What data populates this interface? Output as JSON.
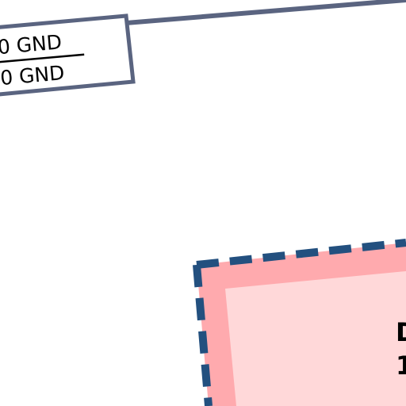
{
  "airspace_label": {
    "upper_limit": "0 GND",
    "lower_limit": "0 GND"
  },
  "zone_label": {
    "line1": "D",
    "line2": "1"
  },
  "colors": {
    "route_line": "#5a6480",
    "label_box_stroke": "#5a6480",
    "zone_fill_outer": "#ffaaae",
    "zone_fill_inner": "#ffd8d9",
    "zone_dashed_border": "#23507f",
    "text": "#000000"
  }
}
